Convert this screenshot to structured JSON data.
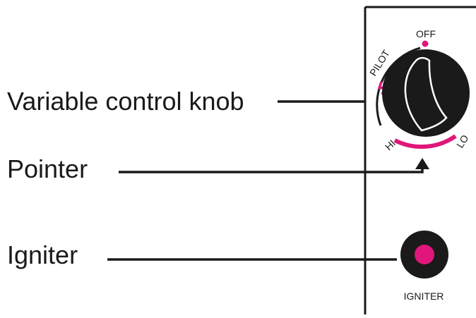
{
  "callouts": {
    "knob": "Variable control knob",
    "pointer": "Pointer",
    "igniter": "Igniter"
  },
  "dial_labels": {
    "off": "OFF",
    "pilot": "PILOT",
    "hi": "HI",
    "lo": "LO"
  },
  "igniter_caption": "IGNITER",
  "colors": {
    "ink": "#1a1a1a",
    "accent": "#e0167a",
    "background": "#ffffff"
  },
  "icons": {
    "pointer_marker": "up-arrow-icon",
    "igniter_button": "igniter-button-icon",
    "pilot_marker": "flame-icon"
  }
}
